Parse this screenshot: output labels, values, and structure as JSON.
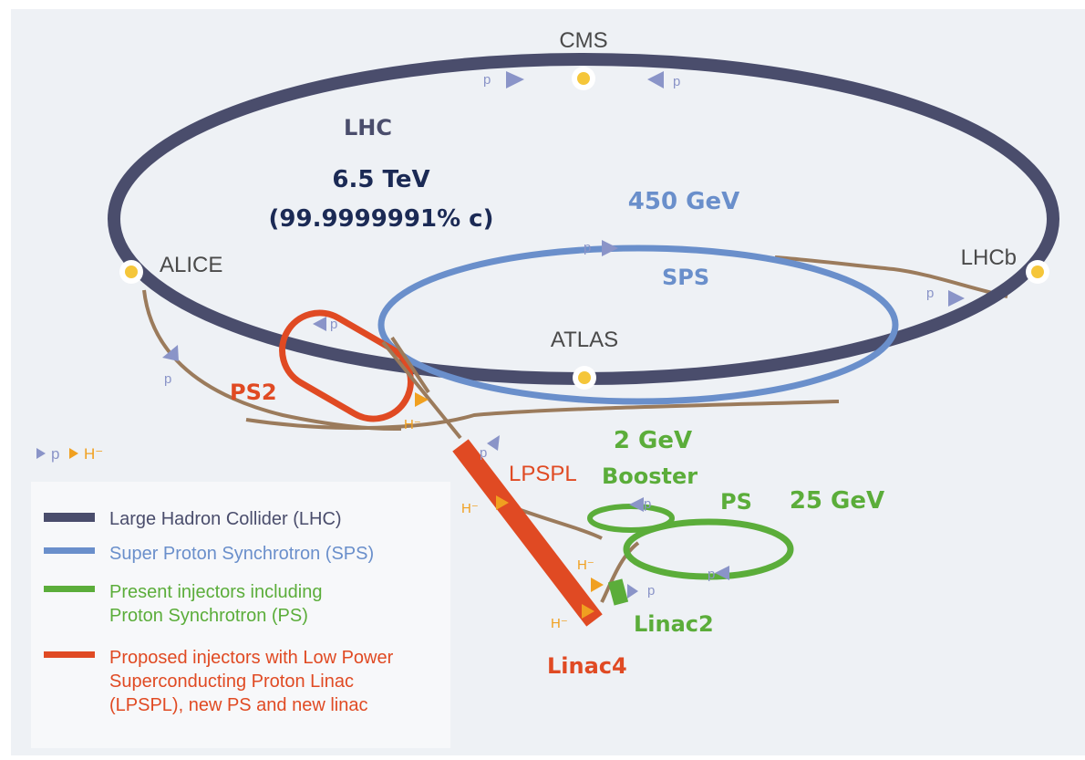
{
  "colors": {
    "background": "#eef1f5",
    "lhc": "#4a4d6c",
    "sps": "#6a8fcb",
    "present": "#5bad3a",
    "proposed": "#e04a23",
    "transfer": "#9b7b5c",
    "p_arrow": "#8a94c8",
    "h_arrow": "#f0a020",
    "experiment_dot": "#f5c63a",
    "dark_text": "#1b2a55",
    "grey_text": "#4a4a4a"
  },
  "rings": {
    "lhc": {
      "label": "LHC",
      "energy": "6.5 TeV",
      "speed": "(99.9999991% c)"
    },
    "sps": {
      "label": "SPS",
      "energy": "450 GeV"
    },
    "booster": {
      "label": "Booster",
      "energy": "2 GeV"
    },
    "ps": {
      "label": "PS",
      "energy": "25 GeV"
    },
    "ps2": {
      "label": "PS2"
    },
    "lpspl": {
      "label": "LPSPL"
    },
    "linac2": {
      "label": "Linac2"
    },
    "linac4": {
      "label": "Linac4"
    }
  },
  "experiments": {
    "cms": "CMS",
    "alice": "ALICE",
    "atlas": "ATLAS",
    "lhcb": "LHCb"
  },
  "beam_labels": {
    "p": "p",
    "h": "H⁻"
  },
  "key": {
    "p": "p",
    "h": "H⁻"
  },
  "legend": [
    {
      "color": "#4a4d6c",
      "lines": [
        "Large Hadron Collider (LHC)"
      ],
      "icon": "lhc-swatch-icon"
    },
    {
      "color": "#6a8fcb",
      "lines": [
        "Super Proton Synchrotron (SPS)"
      ],
      "icon": "sps-swatch-icon"
    },
    {
      "color": "#5bad3a",
      "lines": [
        "Present injectors including",
        "Proton Synchrotron (PS)"
      ],
      "icon": "present-injectors-swatch-icon"
    },
    {
      "color": "#e04a23",
      "lines": [
        "Proposed injectors with Low Power",
        "Superconducting Proton Linac",
        "(LPSPL), new PS and new linac"
      ],
      "icon": "proposed-injectors-swatch-icon"
    }
  ]
}
